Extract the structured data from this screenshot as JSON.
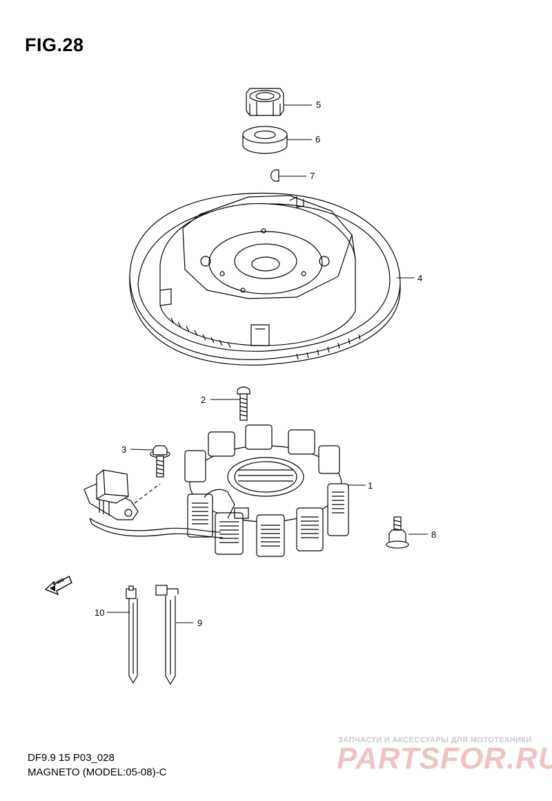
{
  "figure": {
    "title": "FIG.28"
  },
  "callouts": [
    {
      "number": "5"
    },
    {
      "number": "6"
    },
    {
      "number": "7"
    },
    {
      "number": "4"
    },
    {
      "number": "2"
    },
    {
      "number": "3"
    },
    {
      "number": "1"
    },
    {
      "number": "8"
    },
    {
      "number": "10"
    },
    {
      "number": "9"
    }
  ],
  "fwd_label": "FWD",
  "footer": {
    "code": "DF9.9 15 P03_028",
    "caption": "MAGNETO (MODEL:05-08)-C"
  },
  "watermark": {
    "tagline": "ЗАПЧАСТИ И АКСЕССУАРЫ ДЛЯ МОТОТЕХНИКИ",
    "brand": "PARTSFOR.RU"
  }
}
